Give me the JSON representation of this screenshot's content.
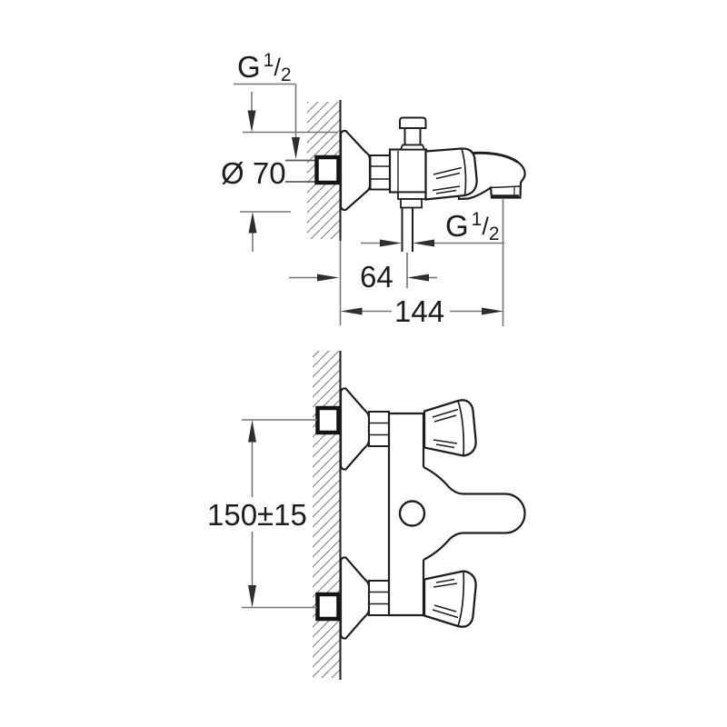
{
  "page": {
    "description": "Technical dimension drawing of a wall-mounted bath/shower mixer tap, two views",
    "background": "#ffffff"
  },
  "side_view": {
    "label_top_thread": {
      "g": "G",
      "sup": "1",
      "slash": "/",
      "sub": "2"
    },
    "label_escutcheon_diameter": "Ø 70",
    "label_outlet_thread": {
      "g": "G",
      "sup": "1",
      "slash": "/",
      "sub": "2"
    },
    "dim_wall_to_outlet": "64",
    "dim_wall_to_spout": "144"
  },
  "front_view": {
    "dim_connection_spacing": "150±15"
  },
  "colors": {
    "drawing_line": "#1f1f1f",
    "dimension_line": "#767676",
    "arrow": "#2f2f2f",
    "hatch": "#8a8a8a",
    "text": "#1c1c1c",
    "background": "#ffffff"
  }
}
